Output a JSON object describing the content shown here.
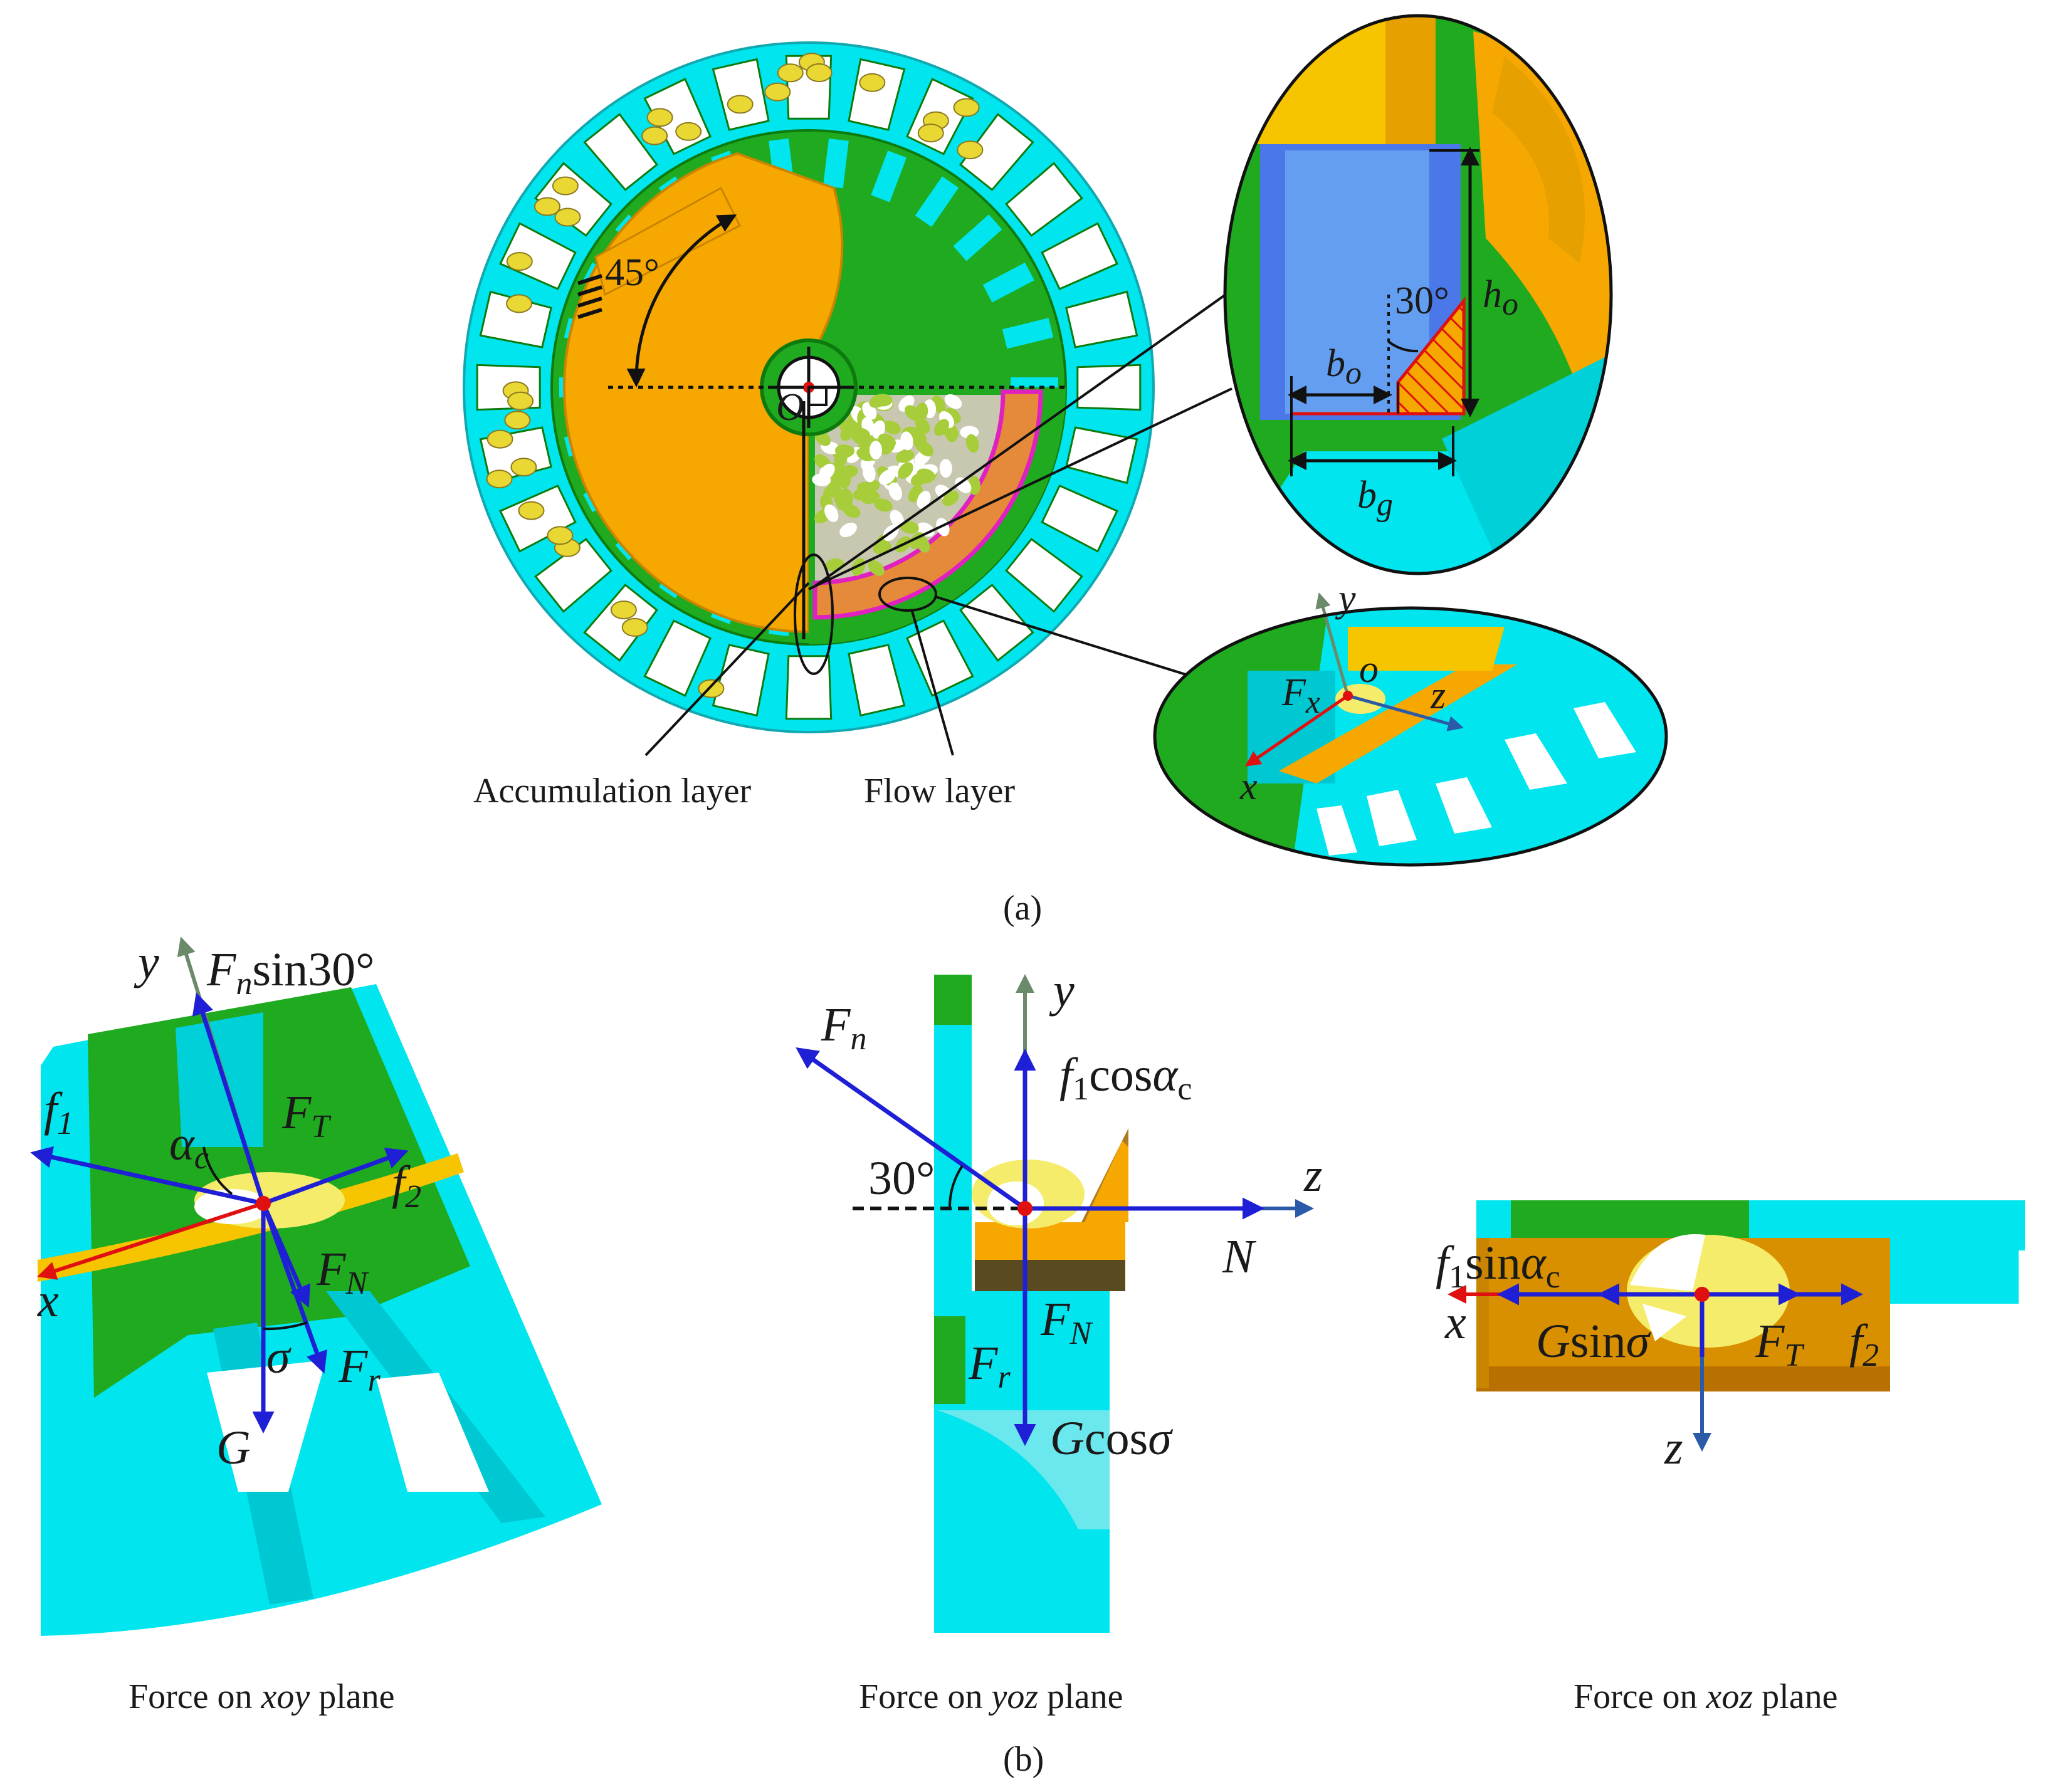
{
  "panel_a": {
    "label": "(a)",
    "angle_45": "45°",
    "center_label": "O",
    "accumulation_label": "Accumulation layer",
    "flow_label": "Flow layer",
    "inset_top": {
      "angle_30": "30°",
      "h_main": "h",
      "h_sub": "o",
      "b_o_main": "b",
      "b_o_sub": "o",
      "b_g_main": "b",
      "b_g_sub": "g"
    },
    "inset_bottom": {
      "y": "y",
      "o": "o",
      "z": "z",
      "x": "x",
      "Fx_main": "F",
      "Fx_sub": "x"
    }
  },
  "panel_b": {
    "label": "(b)",
    "xoy": {
      "caption_pre": "Force on ",
      "caption_it": "xoy",
      "caption_post": " plane",
      "y": "y",
      "x": "x",
      "Fn_main": "F",
      "Fn_sub": "n",
      "Fn_rest": "sin30°",
      "f1_main": "f",
      "f1_sub": "1",
      "alpha_main": "α",
      "alpha_sub": "c",
      "FT_main": "F",
      "FT_sub": "T",
      "f2_main": "f",
      "f2_sub": "2",
      "FN_main": "F",
      "FN_sub": "N",
      "sigma": "σ",
      "Fr_main": "F",
      "Fr_sub": "r",
      "G": "G"
    },
    "yoz": {
      "caption_pre": "Force on ",
      "caption_it": "yoz",
      "caption_post": " plane",
      "y": "y",
      "z": "z",
      "Fn_main": "F",
      "Fn_sub": "n",
      "f1_main": "f",
      "f1_sub": "1",
      "f1_rest": "cos",
      "f1_alpha": "α",
      "f1_alpha_sub": "c",
      "angle_30": "30°",
      "N": "N",
      "FN_main": "F",
      "FN_sub": "N",
      "Fr_main": "F",
      "Fr_sub": "r",
      "G_main": "G",
      "G_rest": "cos",
      "G_sigma": "σ"
    },
    "xoz": {
      "caption_pre": "Force on ",
      "caption_it": "xoz",
      "caption_post": " plane",
      "x": "x",
      "z": "z",
      "f1_main": "f",
      "f1_sub": "1",
      "f1_rest": "sin",
      "f1_alpha": "α",
      "f1_alpha_sub": "c",
      "G_main": "G",
      "G_rest": "sin",
      "G_sigma": "σ",
      "FT_main": "F",
      "FT_sub": "T",
      "f2_main": "f",
      "f2_sub": "2"
    }
  },
  "colors": {
    "cyan": "#00e5ee",
    "green": "#1faa1f",
    "orange": "#f7a800",
    "blue": "#1f1fd6",
    "red": "#e01010",
    "magenta": "#e020c0",
    "axis_green": "#6a8a6a",
    "axis_blue": "#2a5aa8",
    "seed_yellow": "#e9d733",
    "seed_green": "#a7cd3a"
  }
}
